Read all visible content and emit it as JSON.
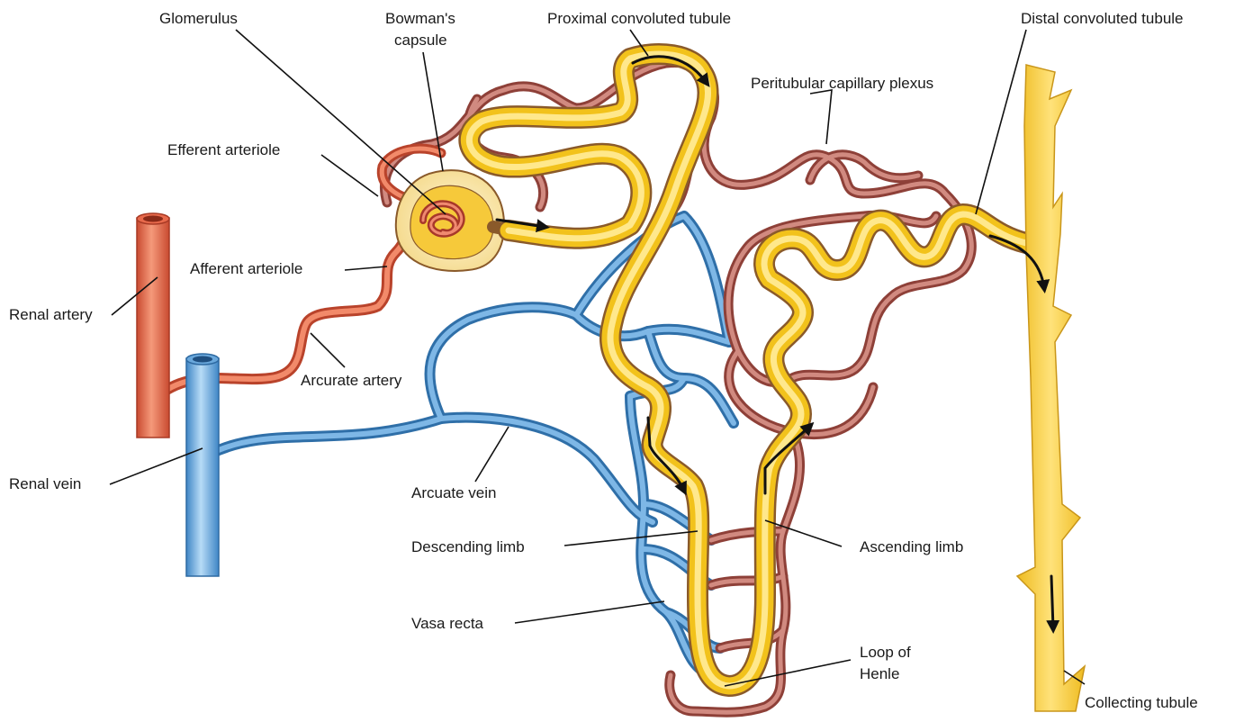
{
  "colors": {
    "artery": "#d9573c",
    "artery_light": "#f28a6a",
    "vein": "#4d93cf",
    "vein_light": "#9fcaee",
    "capillary": "#b35c52",
    "capillary_light": "#d8958a",
    "tubule": "#f2c21b",
    "tubule_light": "#ffe680",
    "outline": "#8a5a2a"
  },
  "labels": {
    "glomerulus": "Glomerulus",
    "bowmans_capsule_1": "Bowman's",
    "bowmans_capsule_2": "capsule",
    "proximal_convoluted_tubule": "Proximal convoluted tubule",
    "distal_convoluted_tubule": "Distal convoluted tubule",
    "peritubular_capillary_plexus": "Peritubular capillary plexus",
    "efferent_arteriole": "Efferent arteriole",
    "afferent_arteriole": "Afferent arteriole",
    "renal_artery": "Renal artery",
    "arcurate_artery": "Arcurate artery",
    "renal_vein": "Renal vein",
    "arcuate_vein": "Arcuate vein",
    "descending_limb": "Descending limb",
    "ascending_limb": "Ascending limb",
    "vasa_recta": "Vasa recta",
    "loop_of_henle_1": "Loop of",
    "loop_of_henle_2": "Henle",
    "collecting_tubule": "Collecting tubule"
  }
}
